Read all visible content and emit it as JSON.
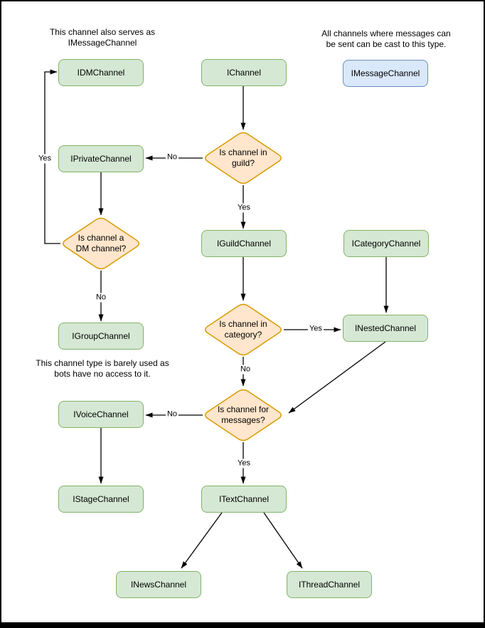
{
  "colors": {
    "canvas_background": "#ffffff",
    "canvas_border": "#000000",
    "class_node_fill": "#d5e8d4",
    "class_node_border": "#82b366",
    "message_node_fill": "#dae8fc",
    "message_node_border": "#6c8ebf",
    "decision_fill": "#ffe6cc",
    "decision_border": "#d79b00",
    "edge_color": "#000000"
  },
  "annotations": {
    "dm_note": "This channel also serves as\nIMessageChannel",
    "message_note": "All channels where messages can\nbe sent can be cast to this type.",
    "group_note": "This channel type is barely used as\nbots have no access to it."
  },
  "nodes": {
    "ichannel": "IChannel",
    "idmchannel": "IDMChannel",
    "imessagechannel": "IMessageChannel",
    "iprivatechannel": "IPrivateChannel",
    "iguildchannel": "IGuildChannel",
    "icategorychannel": "ICategoryChannel",
    "igroupchannel": "IGroupChannel",
    "inestedchannel": "INestedChannel",
    "ivoicechannel": "IVoiceChannel",
    "istagechannel": "IStageChannel",
    "itextchannel": "ITextChannel",
    "inewschannel": "INewsChannel",
    "ithreadchannel": "IThreadChannel"
  },
  "decisions": {
    "in_guild": "Is channel in\nguild?",
    "is_dm": "Is channel a\nDM channel?",
    "in_category": "Is channel in\ncategory?",
    "for_messages": "Is channel for\nmessages?"
  },
  "edge_labels": {
    "guild_no": "No",
    "guild_yes": "Yes",
    "dm_yes": "Yes",
    "dm_no": "No",
    "category_yes": "Yes",
    "category_no": "No",
    "messages_no": "No",
    "messages_yes": "Yes"
  }
}
